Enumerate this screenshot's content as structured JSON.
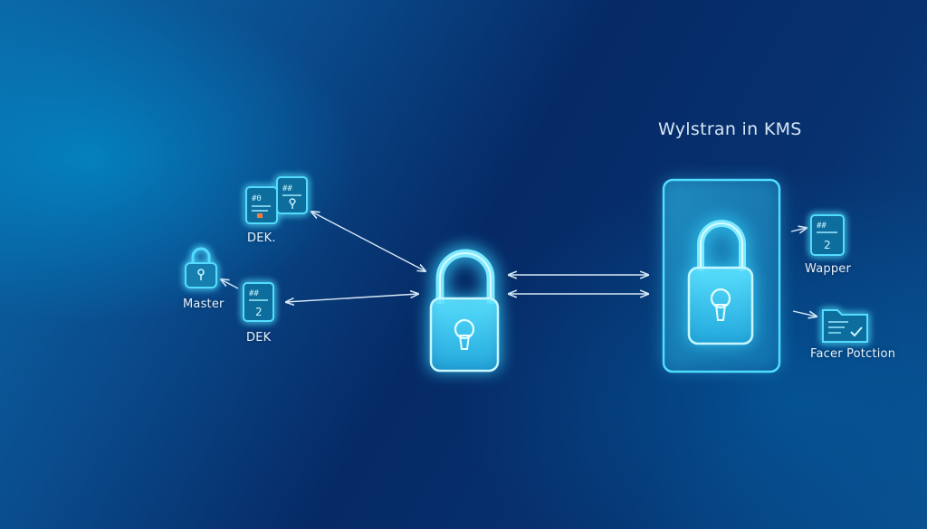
{
  "title": "Wylstran in KMS",
  "labels": {
    "dek_top": "DEK.",
    "master": "Master",
    "dek_bottom": "DEK",
    "wapper": "Wapper",
    "facer": "Facer Potction"
  },
  "icon_glyphs": {
    "doc1_top": "#0",
    "doc2_top": "##",
    "doc3_top": "##",
    "doc3_mid": "2",
    "doc4_top": "##",
    "doc4_mid": "2"
  },
  "colors": {
    "glow": "#35d6ff",
    "icon_fill": "#0d6e9e",
    "arrow": "#d8e8f6"
  }
}
